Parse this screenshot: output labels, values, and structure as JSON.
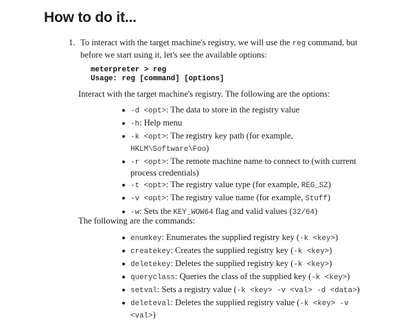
{
  "heading": "How to do it...",
  "step": {
    "number": "1.",
    "pre": "To interact with the target machine's registry, we will use the ",
    "code": "reg",
    "post": " command, but before we start using it, let's see the available options:"
  },
  "code_block": {
    "line1": "meterpreter > reg",
    "line2": "Usage: reg [command] [options]"
  },
  "options_intro": "Interact with the target machine's registry. The following are the options:",
  "options": [
    {
      "flag": "-d <opt>",
      "text": ": The data to store in the registry value"
    },
    {
      "flag": "-h",
      "text": ": Help menu"
    },
    {
      "flag": "-k <opt>",
      "text": ": The registry key path (for example, ",
      "code2": "HKLM\\Software\\Foo",
      "tail": ")"
    },
    {
      "flag": "-r <opt>",
      "text": ": The remote machine name to connect to (with current process credentials)"
    },
    {
      "flag": "-t <opt>",
      "text": ": The registry value type (for example, ",
      "code2": "REG_SZ",
      "tail": ")"
    },
    {
      "flag": "-v <opt>",
      "text": ": The registry value name (for example, ",
      "code2": "Stuff",
      "tail": ")"
    },
    {
      "flag": "-w",
      "text": ": Sets the ",
      "code2": "KEY_WOW64",
      "mid": " flag and valid values (",
      "code3": "32/64",
      "tail": ")"
    }
  ],
  "commands_intro": "The following are the commands:",
  "commands": [
    {
      "cmd": "enumkey",
      "text": ": Enumerates the supplied registry key (",
      "args": "-k <key>",
      "tail": ")"
    },
    {
      "cmd": "createkey",
      "text": ": Creates the supplied registry key (",
      "args": "-k <key>",
      "tail": ")"
    },
    {
      "cmd": "deletekey",
      "text": ": Deletes the supplied registry key (",
      "args": "-k <key>",
      "tail": ")"
    },
    {
      "cmd": "queryclass",
      "text": ": Queries the class of the supplied key (",
      "args": "-k <key>",
      "tail": ")"
    },
    {
      "cmd": "setval",
      "text": ": Sets a registry value (",
      "args": "-k <key> -v <val> -d <data>",
      "tail": ")"
    },
    {
      "cmd": "deleteval",
      "text": ": Deletes the supplied registry value (",
      "args": "-k <key> -v <val>",
      "tail": ")"
    }
  ]
}
